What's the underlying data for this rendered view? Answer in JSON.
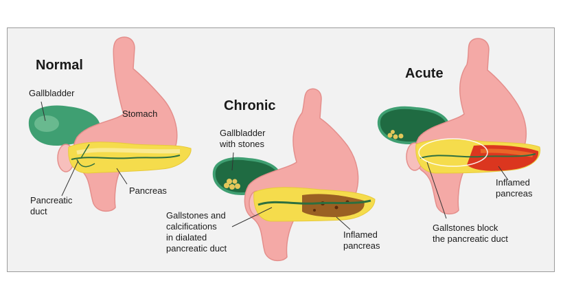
{
  "panels": [
    {
      "title": "Normal",
      "labels": {
        "gallbladder": "Gallbladder",
        "stomach": "Stomach",
        "pancreatic_duct": "Pancreatic\nduct",
        "pancreas": "Pancreas"
      }
    },
    {
      "title": "Chronic",
      "labels": {
        "gallbladder_stones": "Gallbladder\nwith stones",
        "gallstones_calcifications": "Gallstones and\ncalcifications\nin dialated\npancreatic duct",
        "inflamed_pancreas": "Inflamed\npancreas"
      }
    },
    {
      "title": "Acute",
      "labels": {
        "inflamed_pancreas": "Inflamed\npancreas",
        "gallstones_block": "Gallstones block\nthe pancreatic duct"
      }
    }
  ],
  "colors": {
    "stomach": "#f4a9a6",
    "stomach_outline": "#e48e8b",
    "gallbladder": "#3f9f72",
    "gallbladder_dark": "#1f6b42",
    "pancreas": "#f5dc4c",
    "pancreas_light": "#fbeea4",
    "inflamed_brown": "#8a4a1c",
    "inflamed_red": "#d8231b",
    "duct": "#2d6f3f",
    "stones": "#e4c75b"
  }
}
